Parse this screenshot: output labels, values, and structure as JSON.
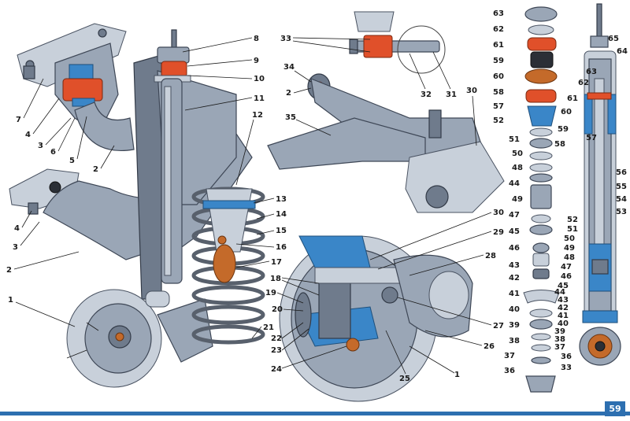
{
  "page_number": "59",
  "colors": {
    "accent_blue": "#2d6fb0",
    "rubber": "#e0502a",
    "metal": "#9aa6b6",
    "blue_part": "#3a86c8"
  },
  "labels": [
    "1",
    "2",
    "3",
    "4",
    "5",
    "6",
    "7",
    "8",
    "9",
    "10",
    "11",
    "12",
    "13",
    "14",
    "15",
    "16",
    "17",
    "18",
    "19",
    "20",
    "21",
    "22",
    "23",
    "24",
    "25",
    "26",
    "27",
    "28",
    "29",
    "30",
    "31",
    "32",
    "33",
    "34",
    "35",
    "36",
    "37",
    "38",
    "39",
    "40",
    "41",
    "42",
    "43",
    "44",
    "45",
    "46",
    "47",
    "48",
    "49",
    "50",
    "51",
    "52",
    "53",
    "54",
    "55",
    "56",
    "57",
    "58",
    "59",
    "60",
    "61",
    "62",
    "63",
    "64",
    "65"
  ],
  "right_column_labels": [
    "63",
    "62",
    "61",
    "59",
    "60",
    "58",
    "57",
    "52",
    "51",
    "50",
    "48",
    "44",
    "49",
    "47",
    "45",
    "46",
    "43",
    "42",
    "41",
    "40",
    "39",
    "38",
    "37",
    "36"
  ],
  "shock_labels": [
    "65",
    "64",
    "63",
    "62",
    "61",
    "60",
    "59",
    "58",
    "57",
    "56",
    "55",
    "54",
    "53",
    "52",
    "51",
    "50",
    "49",
    "48",
    "47",
    "46",
    "45",
    "44",
    "43",
    "42",
    "41",
    "40",
    "39",
    "38",
    "37",
    "36",
    "33"
  ]
}
